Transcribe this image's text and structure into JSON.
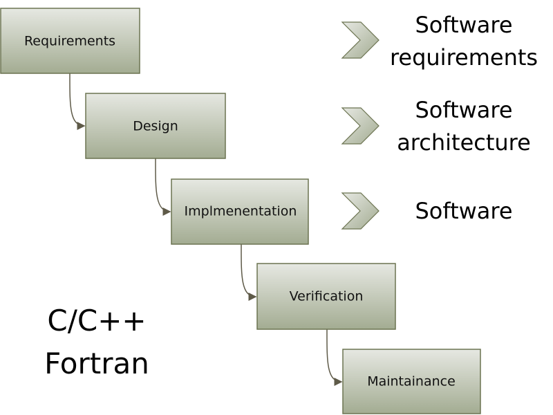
{
  "stages": [
    {
      "label": "Requirements"
    },
    {
      "label": "Design"
    },
    {
      "label": "Implmenentation"
    },
    {
      "label": "Verification"
    },
    {
      "label": "Maintainance"
    }
  ],
  "outputs": [
    {
      "line1": "Software",
      "line2": "requirements"
    },
    {
      "line1": "Software",
      "line2": "architecture"
    },
    {
      "line1": "Software"
    }
  ],
  "languages": {
    "line1": "C/C++",
    "line2": "Fortran"
  },
  "colors": {
    "box_top": "#e4e6e0",
    "box_bottom": "#a4ad93",
    "border": "#6b7350",
    "connector": "#5e5a48"
  }
}
